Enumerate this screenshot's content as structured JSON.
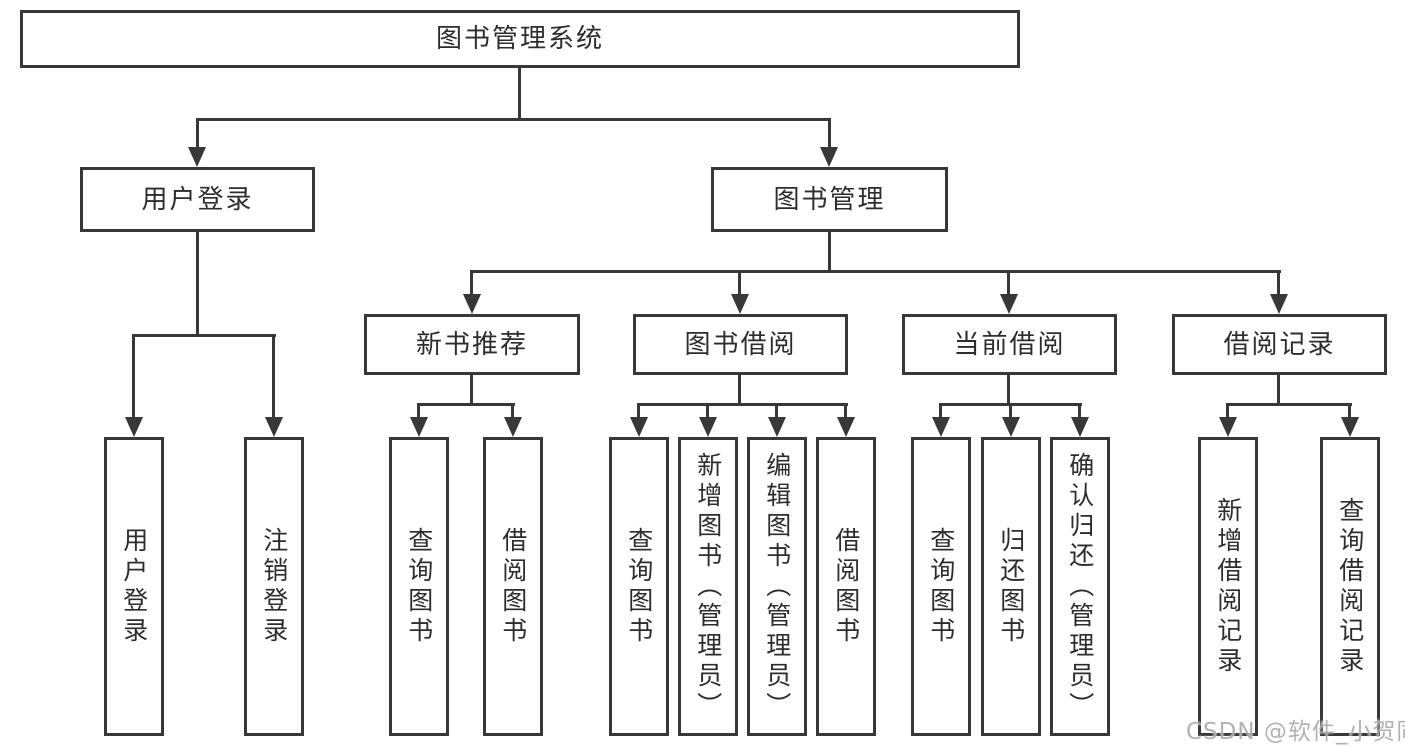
{
  "diagram": {
    "nodes": {
      "root": "图书管理系统",
      "user_login": "用户登录",
      "book_mgmt": "图书管理",
      "new_book_rec": "新书推荐",
      "book_borrow": "图书借阅",
      "current_borrow": "当前借阅",
      "borrow_records": "借阅记录"
    },
    "leaves": {
      "user_login": [
        "用户登录",
        "注销登录"
      ],
      "new_book_rec": [
        "查询图书",
        "借阅图书"
      ],
      "book_borrow": [
        "查询图书",
        "新增图书（管理员）",
        "编辑图书（管理员）",
        "借阅图书"
      ],
      "current_borrow": [
        "查询图书",
        "归还图书",
        "确认归还（管理员）"
      ],
      "borrow_records": [
        "新增借阅记录",
        "查询借阅记录"
      ]
    },
    "watermark": "CSDN @软件_小贺同学",
    "colors": {
      "line": "#383838",
      "text": "#2d2d2d",
      "box_background": "#ffffff",
      "page_background": "#ffffff",
      "watermark": "#a5a5a5"
    }
  }
}
